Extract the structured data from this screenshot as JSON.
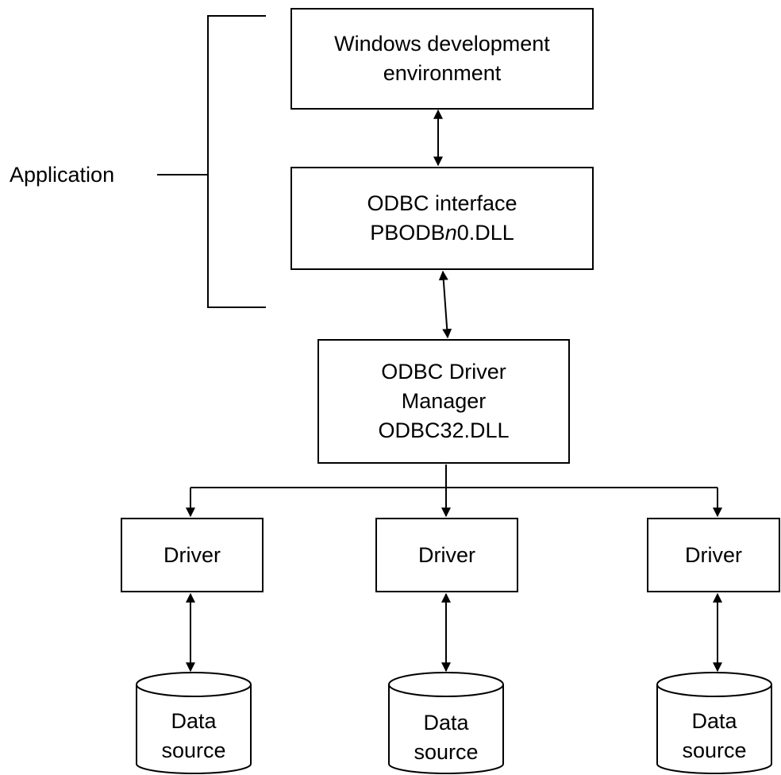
{
  "application_label": "Application",
  "windows_env": {
    "line1": "Windows development",
    "line2": "environment"
  },
  "odbc_interface": {
    "line1": "ODBC interface",
    "line2_prefix": "PBODB",
    "line2_italic": "n",
    "line2_suffix": "0.DLL"
  },
  "driver_manager": {
    "line1": "ODBC Driver",
    "line2": "Manager",
    "line3": "ODBC32.DLL"
  },
  "drivers": [
    {
      "label": "Driver"
    },
    {
      "label": "Driver"
    },
    {
      "label": "Driver"
    }
  ],
  "data_sources": [
    {
      "line1": "Data",
      "line2": "source"
    },
    {
      "line1": "Data",
      "line2": "source"
    },
    {
      "line1": "Data",
      "line2": "source"
    }
  ]
}
